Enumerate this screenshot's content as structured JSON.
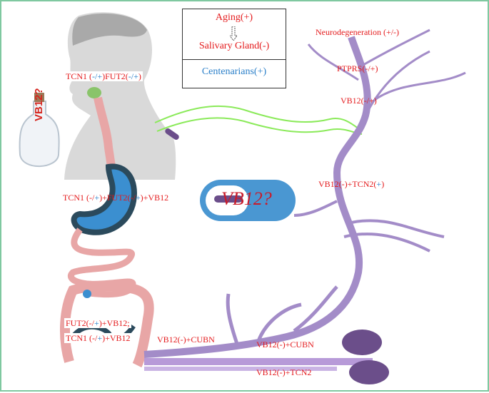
{
  "box": {
    "aging": "Aging(+)",
    "salivary": "Salivary Gland(-)",
    "centenarians": "Centenarians(+)"
  },
  "labels": {
    "mouth": {
      "a": "TCN1 (",
      "b": "-/+",
      "c": ")FUT2(",
      "d": "-/+",
      "e": ")"
    },
    "stomach": {
      "a": "TCN1 (-/",
      "b": "+",
      "c": ")+FUT2(-/",
      "d": "+",
      "e": ")+VB12"
    },
    "intestine1": {
      "a": "FUT2(-/",
      "b": "+",
      "c": ")+VB12;"
    },
    "intestine2": {
      "a": "TCN1 (-/",
      "b": "+",
      "c": ")+VB12"
    },
    "cubn1": "VB12(-)+CUBN",
    "cubn2": "VB12(-)+CUBN",
    "tcn2_bottom": "VB12(-)+TCN2",
    "neuro": "Neurodegeneration (+/-)",
    "ptprs": "PTPRS(-/+)",
    "vb12_nerve": "VB12(-/+)",
    "tcn2_right": {
      "a": "VB12(-)+TCN2(",
      "b": "+",
      "c": ")"
    }
  },
  "pill_text": "VB12?",
  "bottle_text": "VB12?",
  "colors": {
    "red": "#e41a1c",
    "blue": "#2a7fc9",
    "nerve": "#a38cc8",
    "gut": "#e8a6a6",
    "stomach_blue": "#3b8fd0",
    "dark": "#2b4a5c",
    "kidney": "#6b4e8a"
  }
}
